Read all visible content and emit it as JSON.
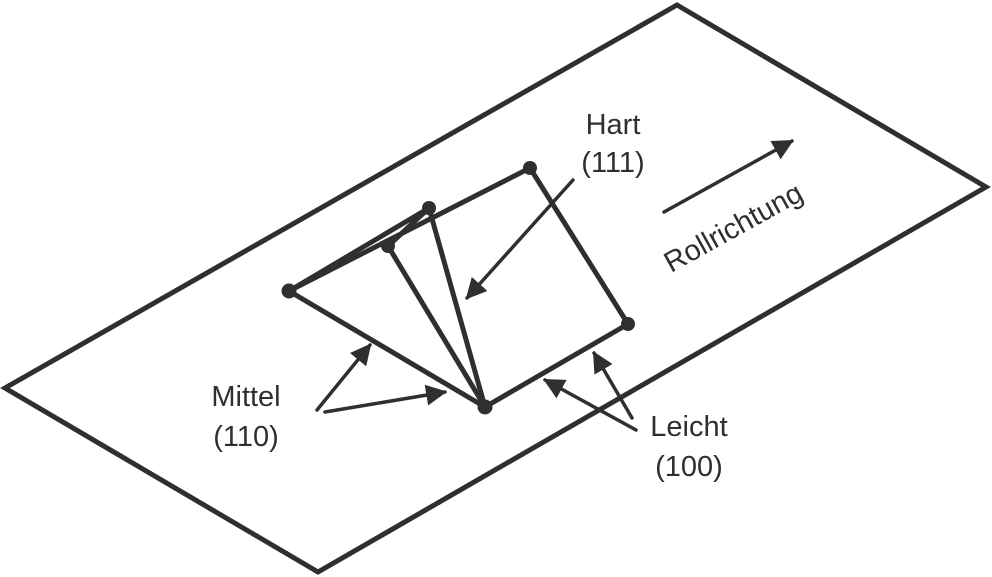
{
  "diagram": {
    "labels": {
      "hard_name": "Hart",
      "hard_index": "(111)",
      "medium_name": "Mittel",
      "medium_index": "(110)",
      "easy_name": "Leicht",
      "easy_index": "(100)",
      "rolling_direction": "Rollrichtung"
    },
    "colors": {
      "ink": "#2f2f2f",
      "background": "#ffffff"
    }
  }
}
